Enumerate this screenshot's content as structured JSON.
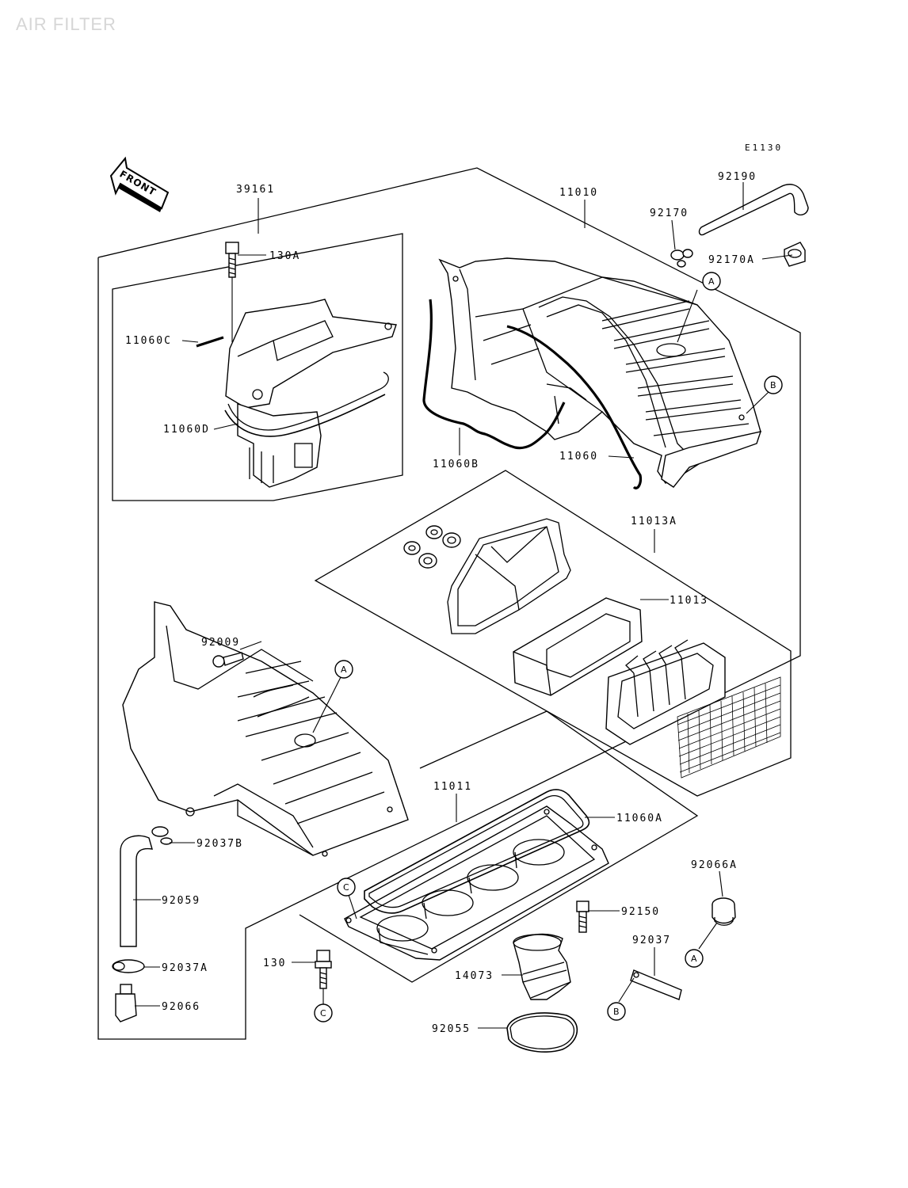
{
  "title": "AIR FILTER",
  "diagram_code": "E1130",
  "front_label": "FRONT",
  "callouts": {
    "c39161": "39161",
    "c130A": "130A",
    "c11060C": "11060C",
    "c11060D": "11060D",
    "c11010": "11010",
    "c92190": "92190",
    "c92170": "92170",
    "c92170A": "92170A",
    "c11060B": "11060B",
    "c11060": "11060",
    "c11013A": "11013A",
    "c11013": "11013",
    "c92009": "92009",
    "c11011": "11011",
    "c11060A": "11060A",
    "c92037B": "92037B",
    "c92059": "92059",
    "c92066A": "92066A",
    "c92150": "92150",
    "c92037": "92037",
    "c130": "130",
    "c14073": "14073",
    "c92037A": "92037A",
    "c92066": "92066",
    "c92055": "92055"
  },
  "markers": {
    "a1": "A",
    "a2": "A",
    "a3": "A",
    "b1": "B",
    "b2": "B",
    "c1": "C",
    "c2": "C"
  }
}
